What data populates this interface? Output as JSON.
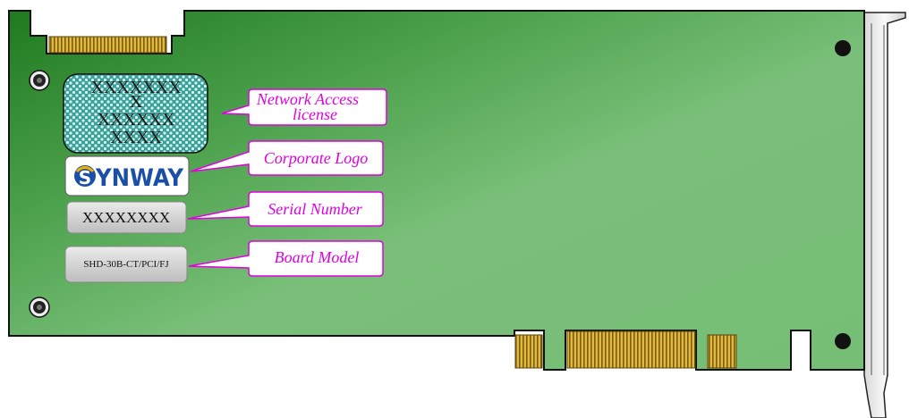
{
  "colors": {
    "board_dark": "#1f7a1f",
    "board_light": "#7cc07c",
    "callout_border": "#e000e0",
    "callout_text": "#e000e0",
    "license_patch": "#40a8a0",
    "logo_blue": "#1a4fa8",
    "logo_gold": "#f0b000",
    "gold_contact": "#c8a030"
  },
  "license": {
    "lines": [
      "XXXXXXX",
      "X",
      "XXXXXX",
      "XXXX"
    ]
  },
  "logo": {
    "mark": "S",
    "text": "YNWAY",
    "icon": "synway-logo-icon"
  },
  "serial": {
    "value": "XXXXXXXX"
  },
  "model": {
    "value": "SHD-30B-CT/PCI/FJ"
  },
  "callouts": {
    "network_access_line1": "Network Access",
    "network_access_line2": "license",
    "corporate_logo": "Corporate Logo",
    "serial_number": "Serial Number",
    "board_model": "Board Model"
  }
}
